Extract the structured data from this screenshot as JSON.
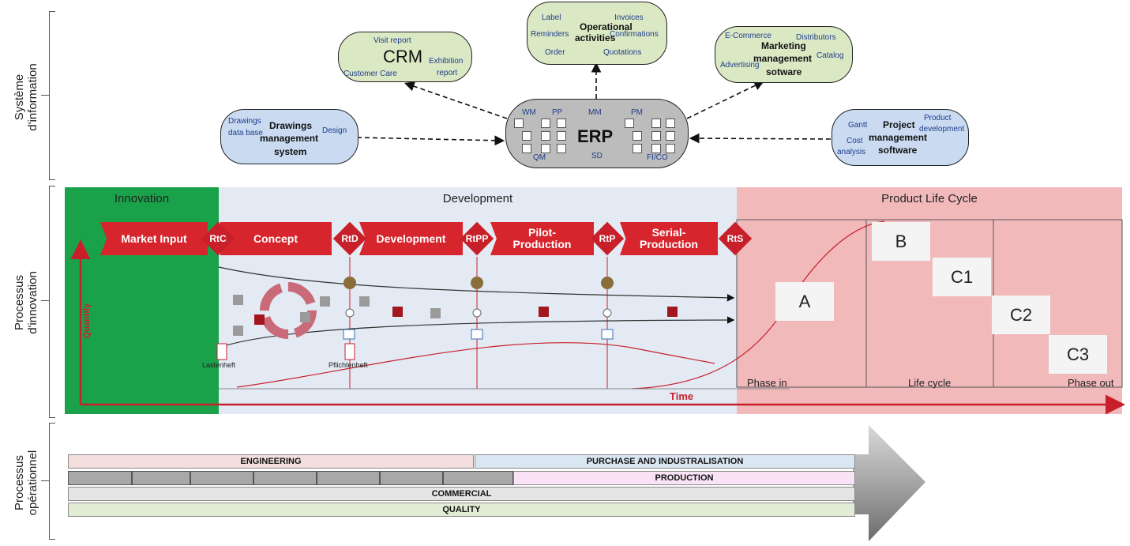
{
  "side_labels": {
    "systeme": [
      "Système",
      "d'information"
    ],
    "innovation": [
      "Processus",
      "d'innovation"
    ],
    "operationnel": [
      "Processus",
      "opérationnel"
    ]
  },
  "crm": {
    "title": "CRM",
    "visit": "Visit report",
    "customer": "Customer Care",
    "exhibition": "Exhibition",
    "report": "report"
  },
  "ops": {
    "title1": "Operational",
    "title2": "activities",
    "label": "Label",
    "invoices": "Invoices",
    "reminders": "Reminders",
    "confirmations": "Confirmations",
    "order": "Order",
    "quotations": "Quotations"
  },
  "marketing": {
    "title1": "Marketing",
    "title2": "management",
    "title3": "sotware",
    "ecommerce": "E-Commerce",
    "distributors": "Distributors",
    "catalog": "Catalog",
    "advertising": "Advertising"
  },
  "drawings": {
    "title1": "Drawings",
    "title2": "management",
    "title3": "system",
    "db1": "Drawings",
    "db2": "data base",
    "design": "Design"
  },
  "erp": {
    "title": "ERP",
    "wm": "WM",
    "pp": "PP",
    "mm": "MM",
    "pm": "PM",
    "qm": "QM",
    "sd": "SD",
    "fico": "FI/CO"
  },
  "project": {
    "title1": "Project",
    "title2": "management",
    "title3": "software",
    "gantt": "Gantt",
    "cost1": "Cost",
    "cost2": "analysis",
    "prod1": "Product",
    "prod2": "development"
  },
  "zones": {
    "innovation": "Innovation",
    "development": "Development",
    "plc": "Product Life Cycle"
  },
  "stages": {
    "market": "Market Input",
    "concept": "Concept",
    "development": "Development",
    "pilot1": "Pilot-",
    "pilot2": "Production",
    "serial1": "Serial-",
    "serial2": "Production"
  },
  "gates": {
    "rtc": "RtC",
    "rtd": "RtD",
    "rtpp": "RtPP",
    "rtp": "RtP",
    "rts": "RtS"
  },
  "axes": {
    "quantity": "Quantity",
    "time": "Time"
  },
  "docs": {
    "lastenheft": "Lastenheft",
    "pflichtenheft": "Pflichtenheft"
  },
  "phases": {
    "a": "A",
    "b": "B",
    "c1": "C1",
    "c2": "C2",
    "c3": "C3",
    "phase_in": "Phase in",
    "life_cycle": "Life cycle",
    "phase_out": "Phase out"
  },
  "bars": {
    "engineering": "ENGINEERING",
    "purchase": "PURCHASE AND INDUSTRALISATION",
    "production": "PRODUCTION",
    "commercial": "COMMERCIAL",
    "quality": "QUALITY"
  },
  "colors": {
    "green": "#1aa24a",
    "dev_bg": "#e3eaf4",
    "plc_bg": "#f2b9bb",
    "red": "#d7252d"
  }
}
